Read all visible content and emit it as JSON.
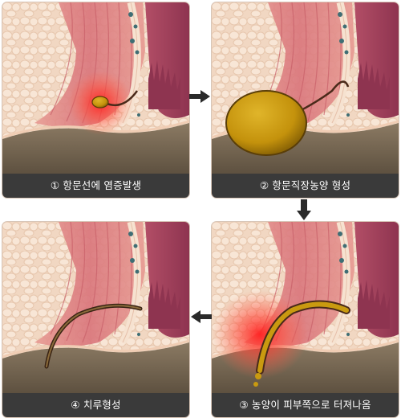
{
  "steps": [
    {
      "number": "①",
      "caption": "항문선에 염증발생"
    },
    {
      "number": "②",
      "caption": "항문직장농양 형성"
    },
    {
      "number": "③",
      "caption": "농양이 피부쪽으로 터져나옴"
    },
    {
      "number": "④",
      "caption": "치루형성"
    }
  ],
  "colors": {
    "fat_tissue": "#f4ddc9",
    "muscle": "#d97f7f",
    "mucosa": "#a8455a",
    "inflammation": "#ff2a2a",
    "abscess": "#c99a10",
    "skin": "#6a5a4a",
    "caption_bar": "#3a3a3a",
    "arrow": "#2a2a2a"
  },
  "icons": {
    "arrow_right": "arrow-right-icon",
    "arrow_down": "arrow-down-icon",
    "arrow_left": "arrow-left-icon"
  }
}
